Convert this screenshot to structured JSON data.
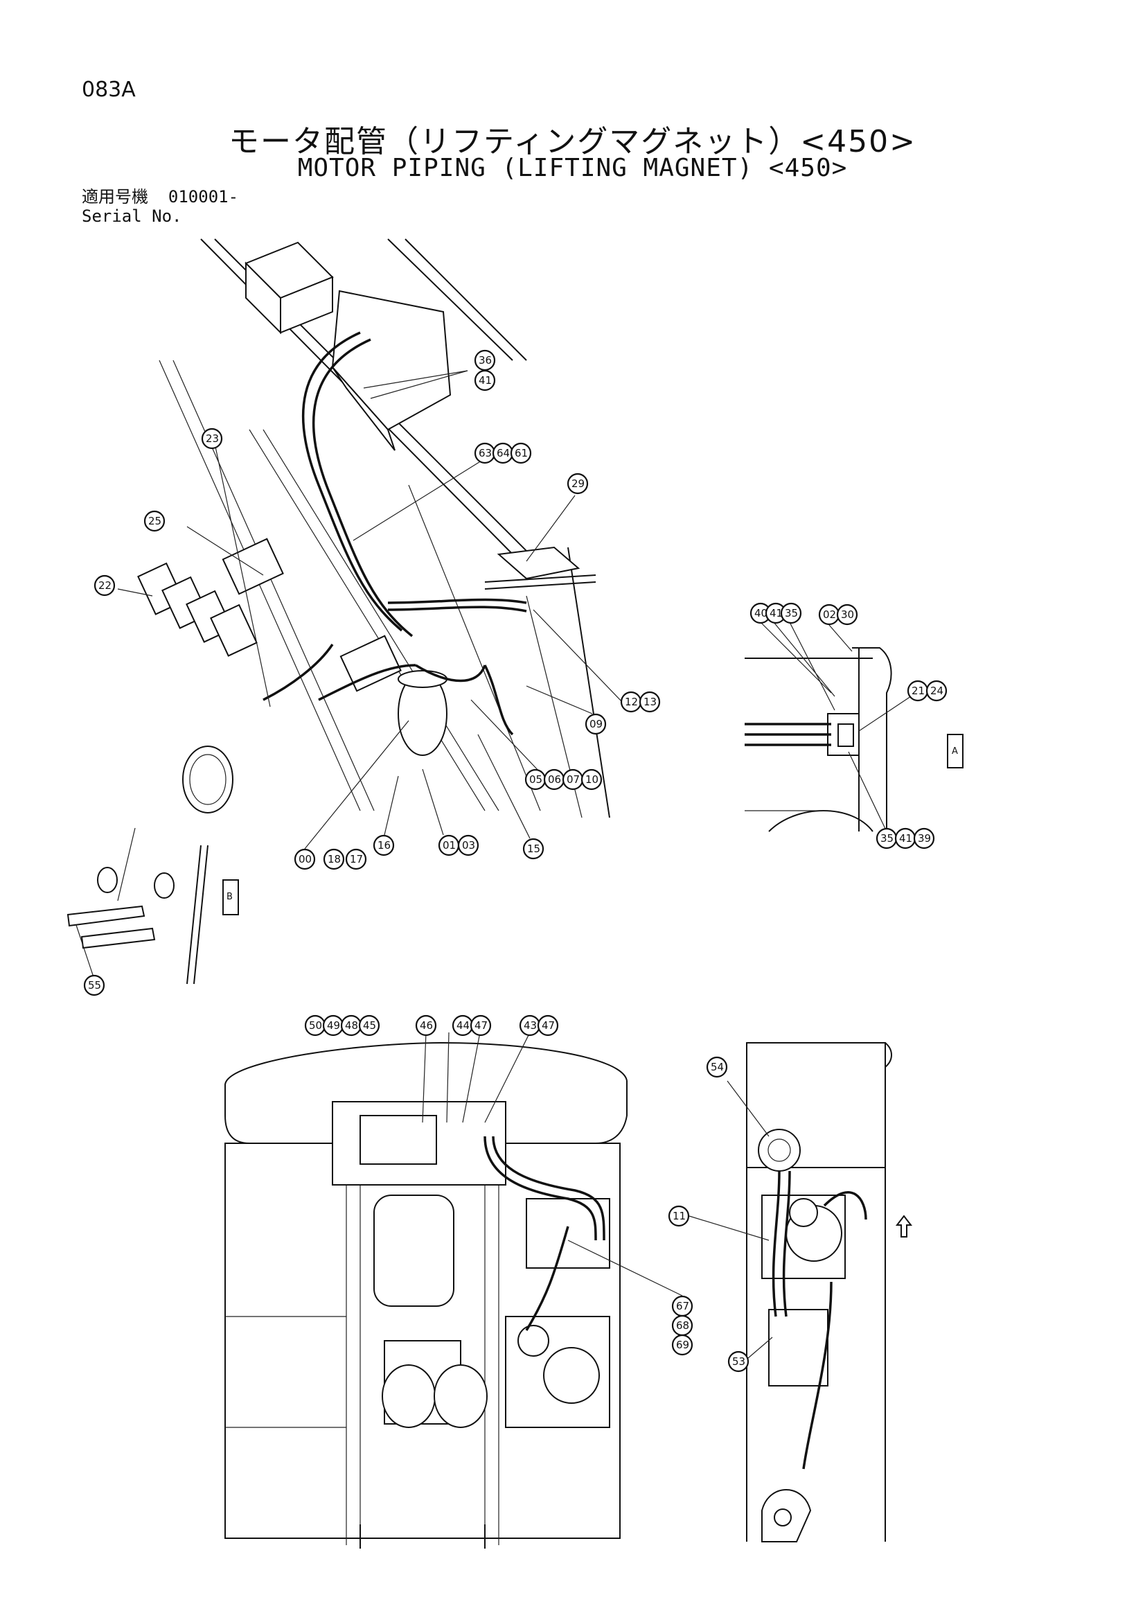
{
  "header": {
    "page_code": "083A",
    "title_jp": "モータ配管（リフティングマグネット）<450>",
    "title_en": "MOTOR PIPING (LIFTING MAGNET) <450>",
    "serial_label_jp": "適用号機",
    "serial_value": "010001-",
    "serial_label_en": "Serial No."
  },
  "callouts": {
    "c36": "36",
    "c41a": "41",
    "c63": "63",
    "c64": "64",
    "c61": "61",
    "c23": "23",
    "c29": "29",
    "c25": "25",
    "c22": "22",
    "c12": "12",
    "c13": "13",
    "c09": "09",
    "c05": "05",
    "c06": "06",
    "c07": "07",
    "c10": "10",
    "c00": "00",
    "c18": "18",
    "c17": "17",
    "c16": "16",
    "c01": "01",
    "c03": "03",
    "c15": "15",
    "c40": "40",
    "c41b": "41",
    "c35a": "35",
    "c02": "02",
    "c30": "30",
    "c21": "21",
    "c24": "24",
    "c35b": "35",
    "c41c": "41",
    "c39": "39",
    "c55": "55",
    "c50": "50",
    "c49": "49",
    "c48": "48",
    "c45": "45",
    "c46": "46",
    "c44": "44",
    "c47a": "47",
    "c43": "43",
    "c47b": "47",
    "c54": "54",
    "c11": "11",
    "c67": "67",
    "c68": "68",
    "c69": "69",
    "c53": "53"
  },
  "view_tags": {
    "view_a": "A",
    "view_b": "B"
  },
  "icons": [
    "up-arrow-icon"
  ]
}
